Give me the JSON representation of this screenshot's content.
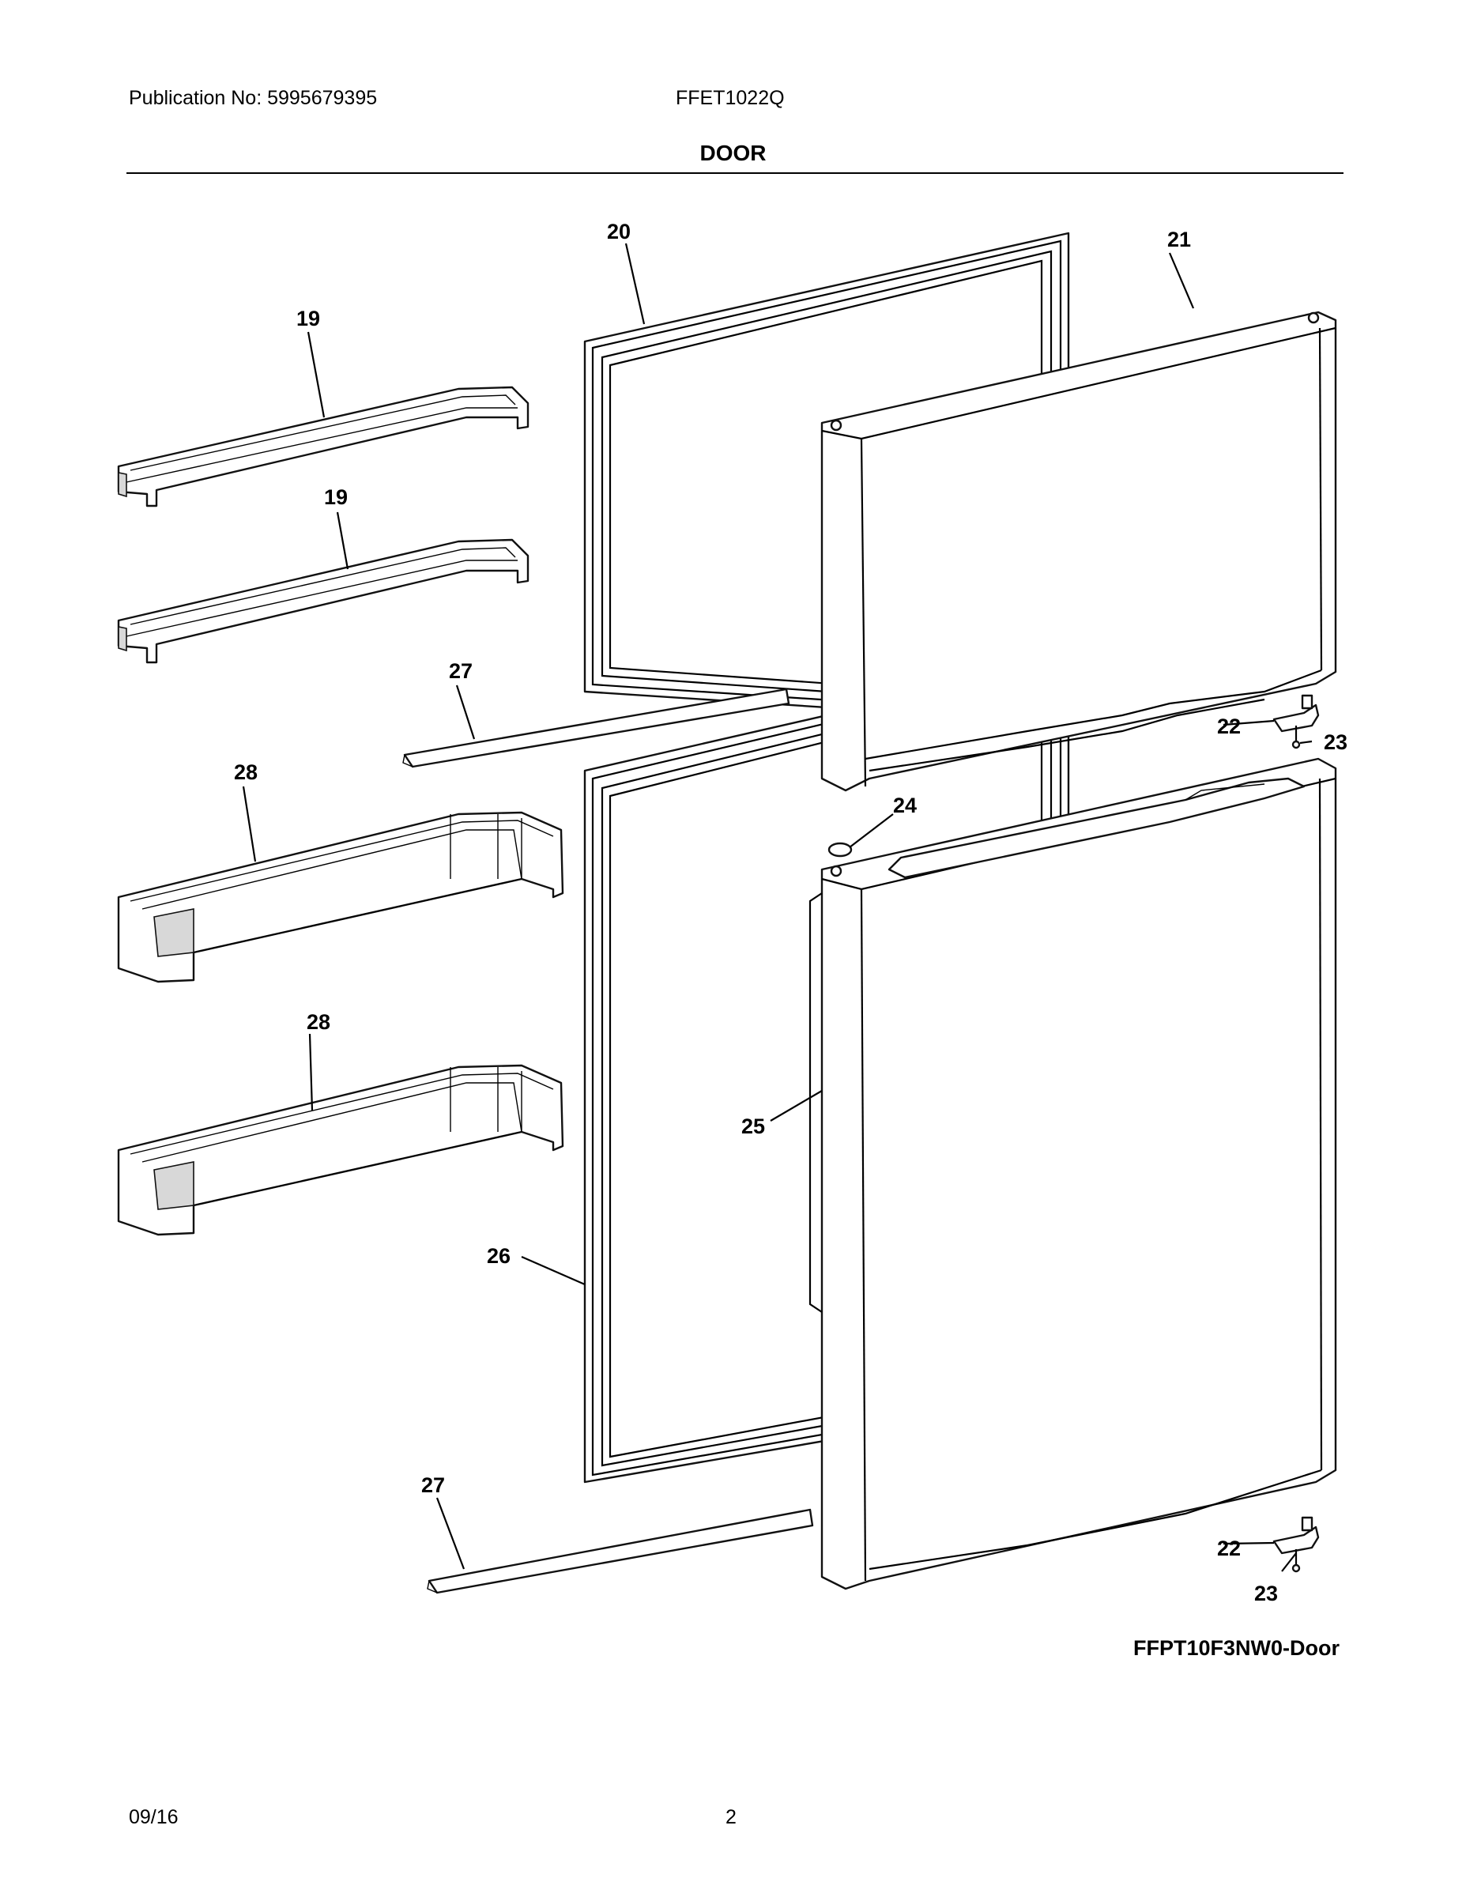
{
  "header": {
    "publication": "Publication No:  5995679395",
    "model": "FFET1022Q",
    "section_title": "DOOR"
  },
  "callouts": {
    "c19a": "19",
    "c19b": "19",
    "c20": "20",
    "c21": "21",
    "c22a": "22",
    "c22b": "22",
    "c23a": "23",
    "c23b": "23",
    "c24": "24",
    "c25": "25",
    "c26": "26",
    "c27a": "27",
    "c27b": "27",
    "c28a": "28",
    "c28b": "28"
  },
  "figure_id": "FFPT10F3NW0-Door",
  "footer": {
    "date": "09/16",
    "page": "2"
  }
}
